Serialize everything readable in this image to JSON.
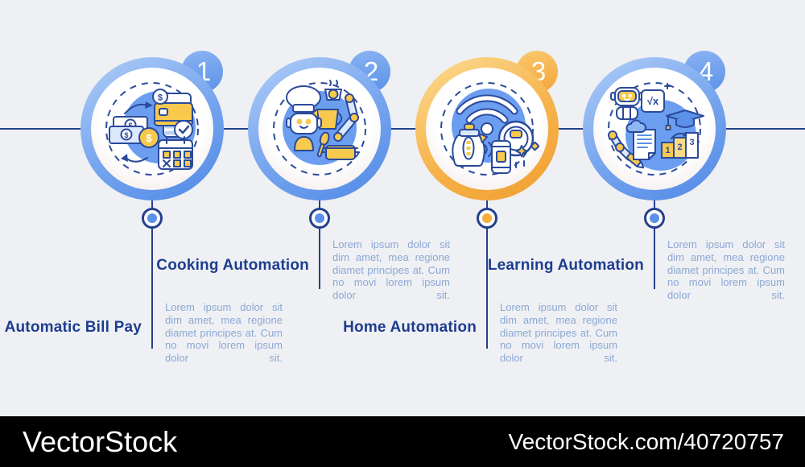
{
  "colors": {
    "background": "#eef0f3",
    "line_navy": "#24408c",
    "title_navy": "#1e3d8f",
    "paragraph_blue": "#8ca8d5",
    "accent_blue": "#5b91e8",
    "accent_yellow": "#f5a93c",
    "icon_yellow": "#f7c94c",
    "icon_blob_blue": "#6b9ef0",
    "footer_bar": "#000000",
    "footer_text": "#ffffff"
  },
  "steps": [
    {
      "number": "1",
      "title": "Automatic Bill Pay",
      "description": "Lorem ipsum dolor sit dim amet, mea regione diamet principes at. Cum no movi lorem ipsum dolor sit.",
      "accent": "blue",
      "icon": "bill-pay-icon"
    },
    {
      "number": "2",
      "title": "Cooking Automation",
      "description": "Lorem ipsum dolor sit dim amet, mea regione diamet principes at. Cum no movi lorem ipsum dolor sit.",
      "accent": "blue",
      "icon": "cooking-automation-icon"
    },
    {
      "number": "3",
      "title": "Home Automation",
      "description": "Lorem ipsum dolor sit dim amet, mea regione diamet principes at. Cum no movi lorem ipsum dolor sit.",
      "accent": "yellow",
      "icon": "home-automation-icon"
    },
    {
      "number": "4",
      "title": "Learning Automation",
      "description": "Lorem ipsum dolor sit dim amet, mea regione diamet principes at. Cum no movi lorem ipsum dolor sit.",
      "accent": "blue",
      "icon": "learning-automation-icon"
    }
  ],
  "footer": {
    "brand": "VectorStock",
    "site": "VectorStock.com/40720757"
  }
}
